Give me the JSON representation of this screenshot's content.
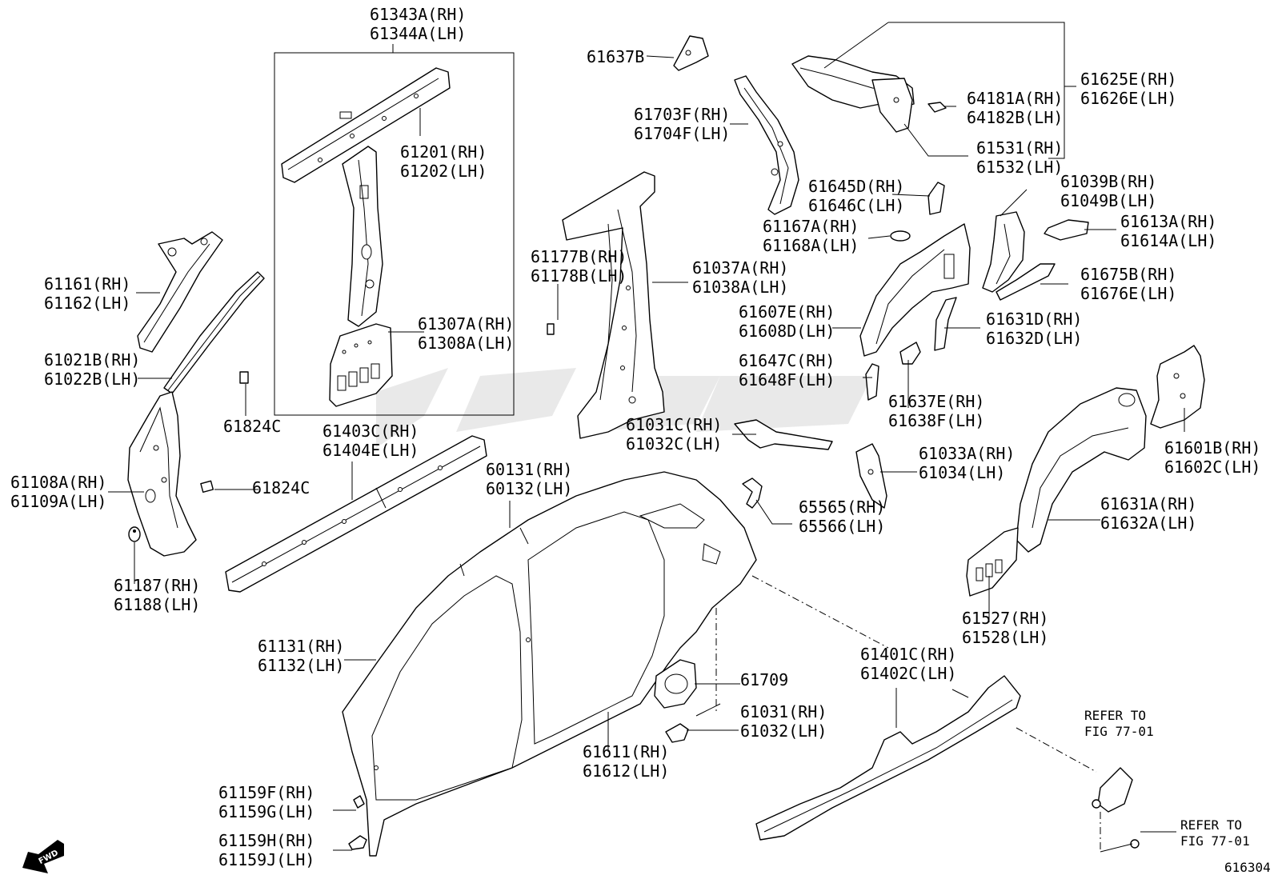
{
  "diagram": {
    "figure_number": "616304",
    "fwd_label": "FWD",
    "refer_top": [
      "REFER TO",
      "FIG 77-01"
    ],
    "refer_bottom": [
      "REFER TO",
      "FIG 77-01"
    ],
    "labels": {
      "l61343": [
        "61343A(RH)",
        "61344A(LH)"
      ],
      "l61637B": [
        "61637B"
      ],
      "l61625": [
        "61625E(RH)",
        "61626E(LH)"
      ],
      "l64181": [
        "64181A(RH)",
        "64182B(LH)"
      ],
      "l61531": [
        "61531(RH)",
        "61532(LH)"
      ],
      "l61703": [
        "61703F(RH)",
        "61704F(LH)"
      ],
      "l61201": [
        "61201(RH)",
        "61202(LH)"
      ],
      "l61645": [
        "61645D(RH)",
        "61646C(LH)"
      ],
      "l61039": [
        "61039B(RH)",
        "61049B(LH)"
      ],
      "l61167": [
        "61167A(RH)",
        "61168A(LH)"
      ],
      "l61613": [
        "61613A(RH)",
        "61614A(LH)"
      ],
      "l61161": [
        "61161(RH)",
        "61162(LH)"
      ],
      "l61177": [
        "61177B(RH)",
        "61178B(LH)"
      ],
      "l61037": [
        "61037A(RH)",
        "61038A(LH)"
      ],
      "l61675": [
        "61675B(RH)",
        "61676E(LH)"
      ],
      "l61607": [
        "61607E(RH)",
        "61608D(LH)"
      ],
      "l61307": [
        "61307A(RH)",
        "61308A(LH)"
      ],
      "l61631D": [
        "61631D(RH)",
        "61632D(LH)"
      ],
      "l61021": [
        "61021B(RH)",
        "61022B(LH)"
      ],
      "l61647": [
        "61647C(RH)",
        "61648F(LH)"
      ],
      "l61637E": [
        "61637E(RH)",
        "61638F(LH)"
      ],
      "l61824a": [
        "61824C"
      ],
      "l61031C": [
        "61031C(RH)",
        "61032C(LH)"
      ],
      "l61403": [
        "61403C(RH)",
        "61404E(LH)"
      ],
      "l61601": [
        "61601B(RH)",
        "61602C(LH)"
      ],
      "l61033": [
        "61033A(RH)",
        "61034(LH)"
      ],
      "l60131": [
        "60131(RH)",
        "60132(LH)"
      ],
      "l61108": [
        "61108A(RH)",
        "61109A(LH)"
      ],
      "l61824b": [
        "61824C"
      ],
      "l65565": [
        "65565(RH)",
        "65566(LH)"
      ],
      "l61631A": [
        "61631A(RH)",
        "61632A(LH)"
      ],
      "l61187": [
        "61187(RH)",
        "61188(LH)"
      ],
      "l61527": [
        "61527(RH)",
        "61528(LH)"
      ],
      "l61131": [
        "61131(RH)",
        "61132(LH)"
      ],
      "l61401": [
        "61401C(RH)",
        "61402C(LH)"
      ],
      "l61709": [
        "61709"
      ],
      "l61031": [
        "61031(RH)",
        "61032(LH)"
      ],
      "l61611": [
        "61611(RH)",
        "61612(LH)"
      ],
      "l61159F": [
        "61159F(RH)",
        "61159G(LH)"
      ],
      "l61159H": [
        "61159H(RH)",
        "61159J(LH)"
      ]
    }
  }
}
